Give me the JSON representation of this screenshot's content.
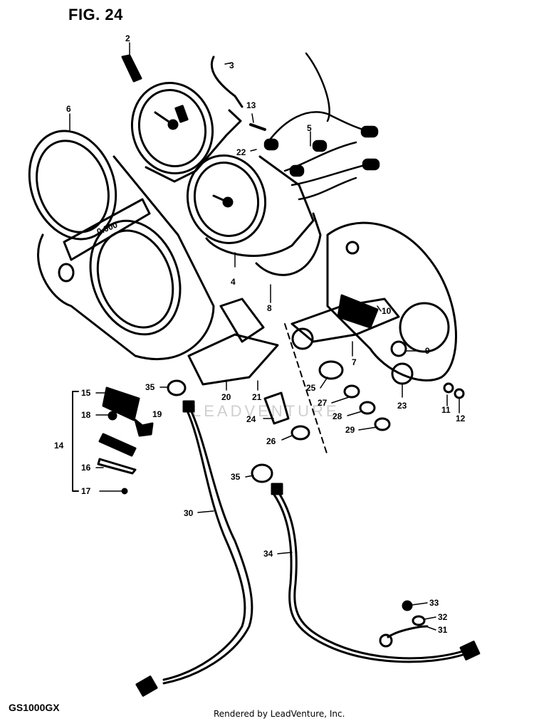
{
  "title": "FIG. 24",
  "model": "GS1000GX",
  "footer": "Rendered by LeadVenture, Inc.",
  "watermark": "LEADVENTURE",
  "odometer": "0.000",
  "callouts": [
    "2",
    "3",
    "4",
    "5",
    "6",
    "7",
    "8",
    "9",
    "10",
    "11",
    "12",
    "13",
    "14",
    "15",
    "16",
    "17",
    "18",
    "19",
    "20",
    "21",
    "22",
    "23",
    "24",
    "25",
    "26",
    "27",
    "28",
    "29",
    "30",
    "31",
    "32",
    "33",
    "34",
    "35",
    "35"
  ]
}
